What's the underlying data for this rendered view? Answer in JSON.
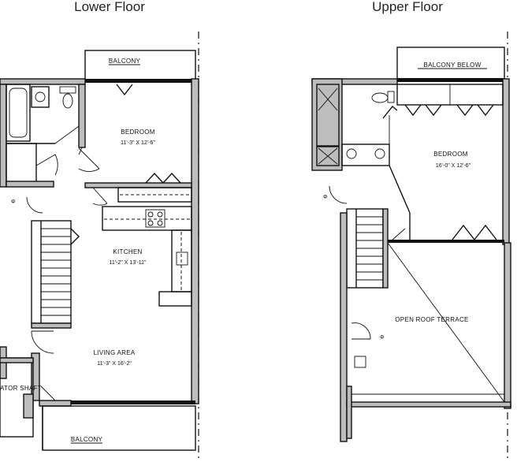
{
  "headings": {
    "lower": "Lower Floor",
    "upper": "Upper Floor"
  },
  "lower_floor": {
    "balcony_top": "BALCONY",
    "bedroom": {
      "name": "BEDROOM",
      "size": "11'-3\" X 12'-6\""
    },
    "kitchen": {
      "name": "KITCHEN",
      "size": "11'-2\" X 13'-11\""
    },
    "living": {
      "name": "LIVING AREA",
      "size": "11'-3\" X 16'-2\""
    },
    "elevator": "ATOR SHAFT",
    "balcony_bottom": "BALCONY"
  },
  "upper_floor": {
    "balcony_below": "BALCONY BELOW",
    "bedroom": {
      "name": "BEDROOM",
      "size": "16'-0\" X 12'-6\""
    },
    "terrace": "OPEN ROOF TERRACE"
  }
}
